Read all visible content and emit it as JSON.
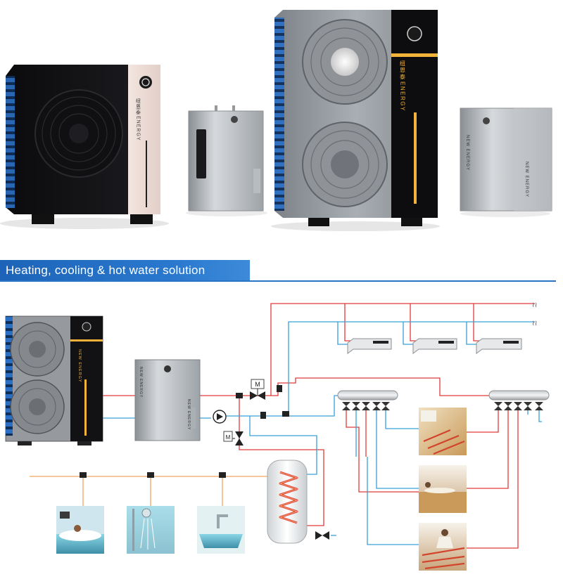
{
  "brand": {
    "cn_name": "纽恩泰",
    "en_name": "ENERGY",
    "small_name": "NEW ENERGY"
  },
  "banner": {
    "title": "Heating, cooling & hot water solution"
  },
  "valves": {
    "motor_label_top": "M",
    "motor_label_left": "M"
  },
  "pipe_colors": {
    "hot": "#e23a3a",
    "cold": "#3aa0d8",
    "dhw": "#f0a860",
    "banner": "#2a73c6"
  }
}
